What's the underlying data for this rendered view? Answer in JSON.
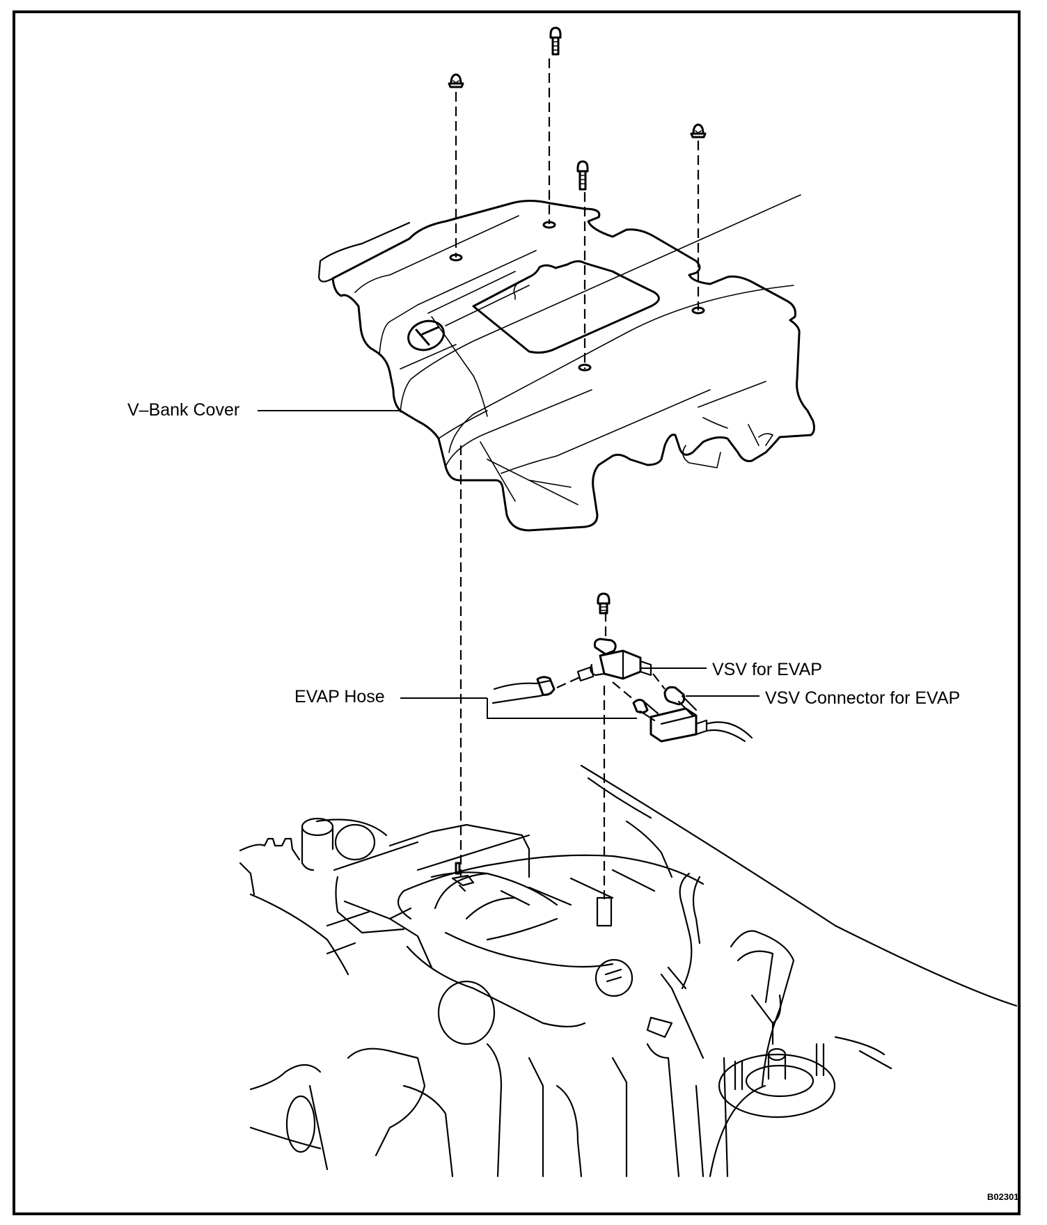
{
  "figure": {
    "type": "exploded-view service diagram",
    "subject": "V-Bank cover and VSV for EVAP removal",
    "figure_id": "B02301",
    "colors": {
      "line": "#000000",
      "background": "#ffffff"
    }
  },
  "labels": {
    "v_bank_cover": "V–Bank Cover",
    "vsv_for_evap": "VSV for EVAP",
    "evap_hose": "EVAP Hose",
    "vsv_connector": "VSV Connector for EVAP"
  },
  "parts": {
    "cover_fasteners": [
      {
        "kind": "nut",
        "icon": "cap-nut-icon"
      },
      {
        "kind": "bolt",
        "icon": "bolt-icon"
      },
      {
        "kind": "bolt",
        "icon": "bolt-icon"
      },
      {
        "kind": "nut",
        "icon": "cap-nut-icon"
      }
    ],
    "vsv_fastener": {
      "kind": "bolt",
      "icon": "bolt-icon"
    }
  }
}
